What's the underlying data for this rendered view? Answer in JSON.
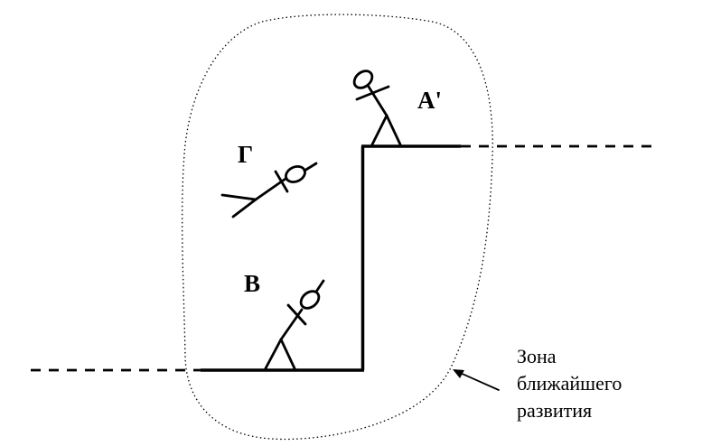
{
  "labels": {
    "a_prime": "А'",
    "g": "Г",
    "v": "В"
  },
  "zone_caption": {
    "line1": "Зона",
    "line2": "ближайшего",
    "line3": "развития"
  },
  "colors": {
    "ink": "#000000",
    "background": "#ffffff"
  }
}
